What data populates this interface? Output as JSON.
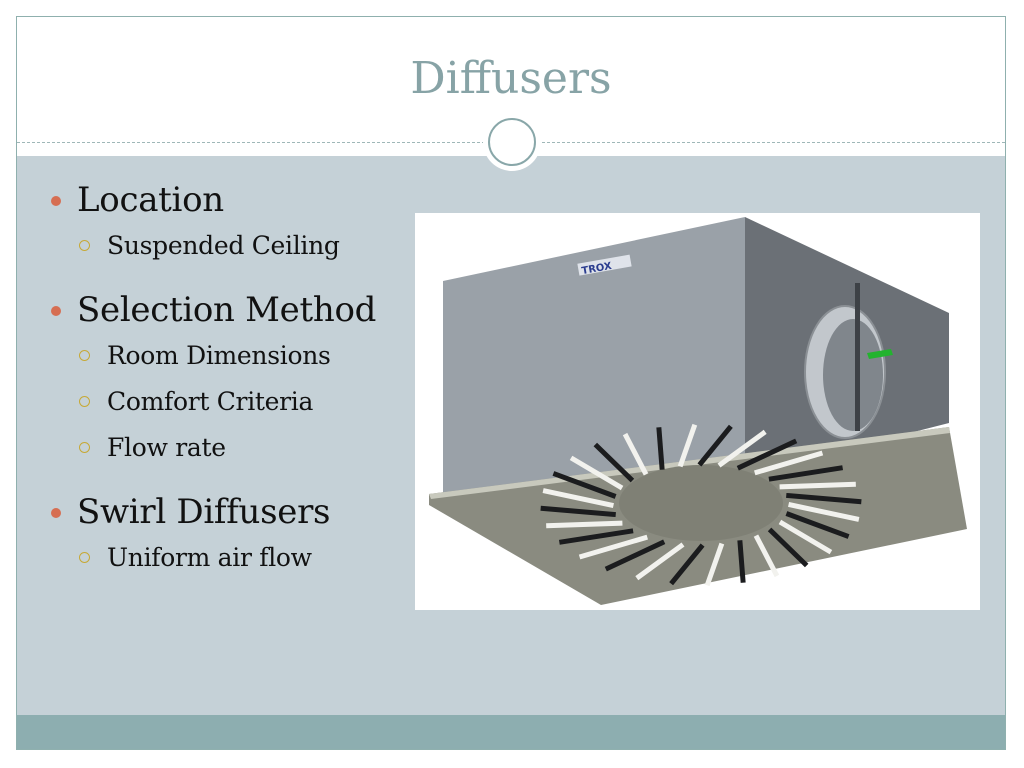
{
  "slide": {
    "title": "Diffusers",
    "bullets": [
      {
        "label": "Location",
        "subitems": [
          "Suspended Ceiling"
        ]
      },
      {
        "label": "Selection Method",
        "subitems": [
          "Room Dimensions",
          "Comfort Criteria",
          "Flow rate"
        ]
      },
      {
        "label": "Swirl Diffusers",
        "subitems": [
          "Uniform air flow"
        ]
      }
    ],
    "image": {
      "logo_text": "TROX"
    }
  },
  "colors": {
    "title": "#87a3a6",
    "content_background": "#c5d1d7",
    "footer_bar": "#8daeb0",
    "bullet_dot": "#d66e52",
    "sub_bullet_ring": "#c7a936"
  }
}
